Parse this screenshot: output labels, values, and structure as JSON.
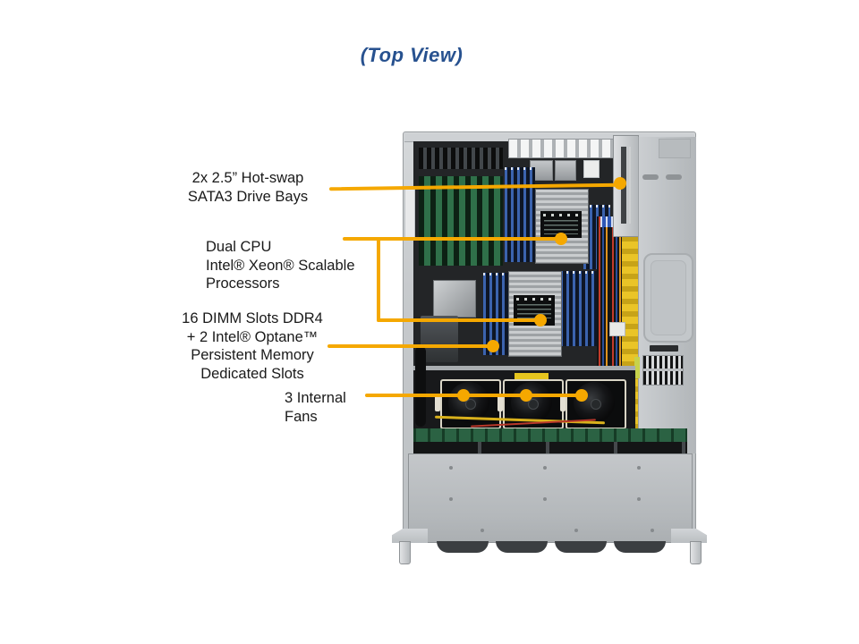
{
  "title": {
    "text": "(Top View)",
    "color": "#27518F"
  },
  "callouts": {
    "line_color": "#F5A800",
    "labels": [
      {
        "name": "drive-bays",
        "lines": [
          "2x 2.5” Hot-swap",
          "SATA3 Drive Bays"
        ]
      },
      {
        "name": "dual-cpu",
        "lines": [
          "Dual CPU",
          "Intel® Xeon® Scalable",
          "Processors"
        ]
      },
      {
        "name": "dimm-slots",
        "lines": [
          "16 DIMM Slots DDR4",
          "+ 2 Intel®  Optane™",
          "Persistent Memory",
          "Dedicated Slots"
        ]
      },
      {
        "name": "internal-fans",
        "lines": [
          "3 Internal",
          "Fans"
        ]
      }
    ]
  },
  "diagram": {
    "subject": "server-chassis-interior-top-view",
    "colors": {
      "chassis_grey": "#c3c7ca",
      "motherboard_green": "#2e7049",
      "dimm_blue": "#3b63ae",
      "heatsink_silver": "#b8bcbe",
      "cable_yellow": "#eac427",
      "fan_black": "#0b0c0d"
    }
  }
}
